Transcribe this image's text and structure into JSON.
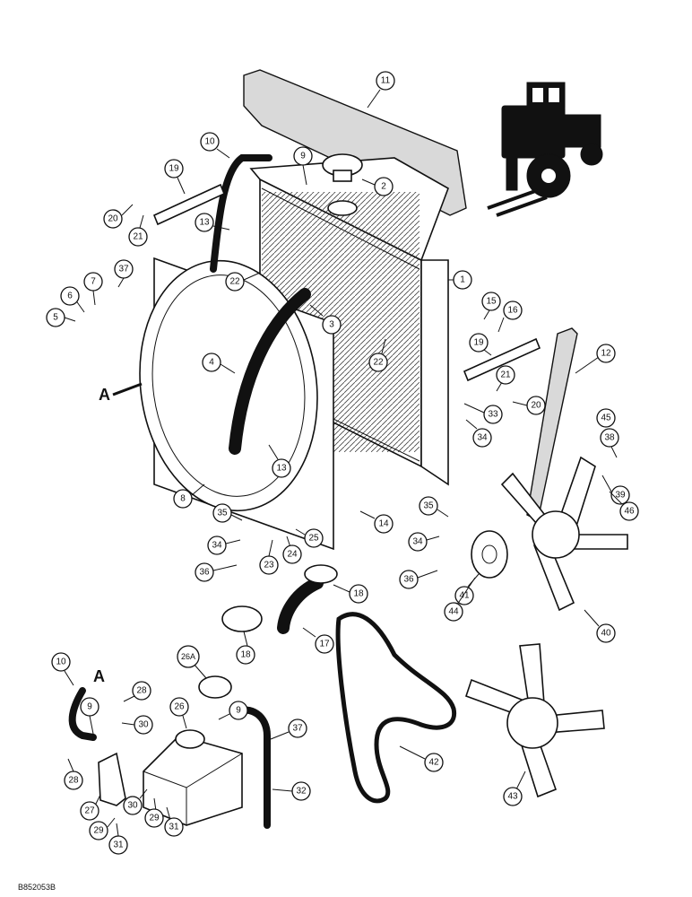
{
  "figure_id": "B852053B",
  "view_letter": "A",
  "callouts": [
    "1",
    "2",
    "3",
    "4",
    "5",
    "6",
    "7",
    "8",
    "9",
    "10",
    "11",
    "12",
    "13",
    "14",
    "15",
    "16",
    "17",
    "18",
    "19",
    "20",
    "21",
    "22",
    "23",
    "24",
    "25",
    "26",
    "26A",
    "27",
    "28",
    "29",
    "30",
    "31",
    "32",
    "33",
    "34",
    "35",
    "36",
    "37",
    "38",
    "39",
    "40",
    "41",
    "42",
    "43",
    "44",
    "45",
    "46"
  ]
}
